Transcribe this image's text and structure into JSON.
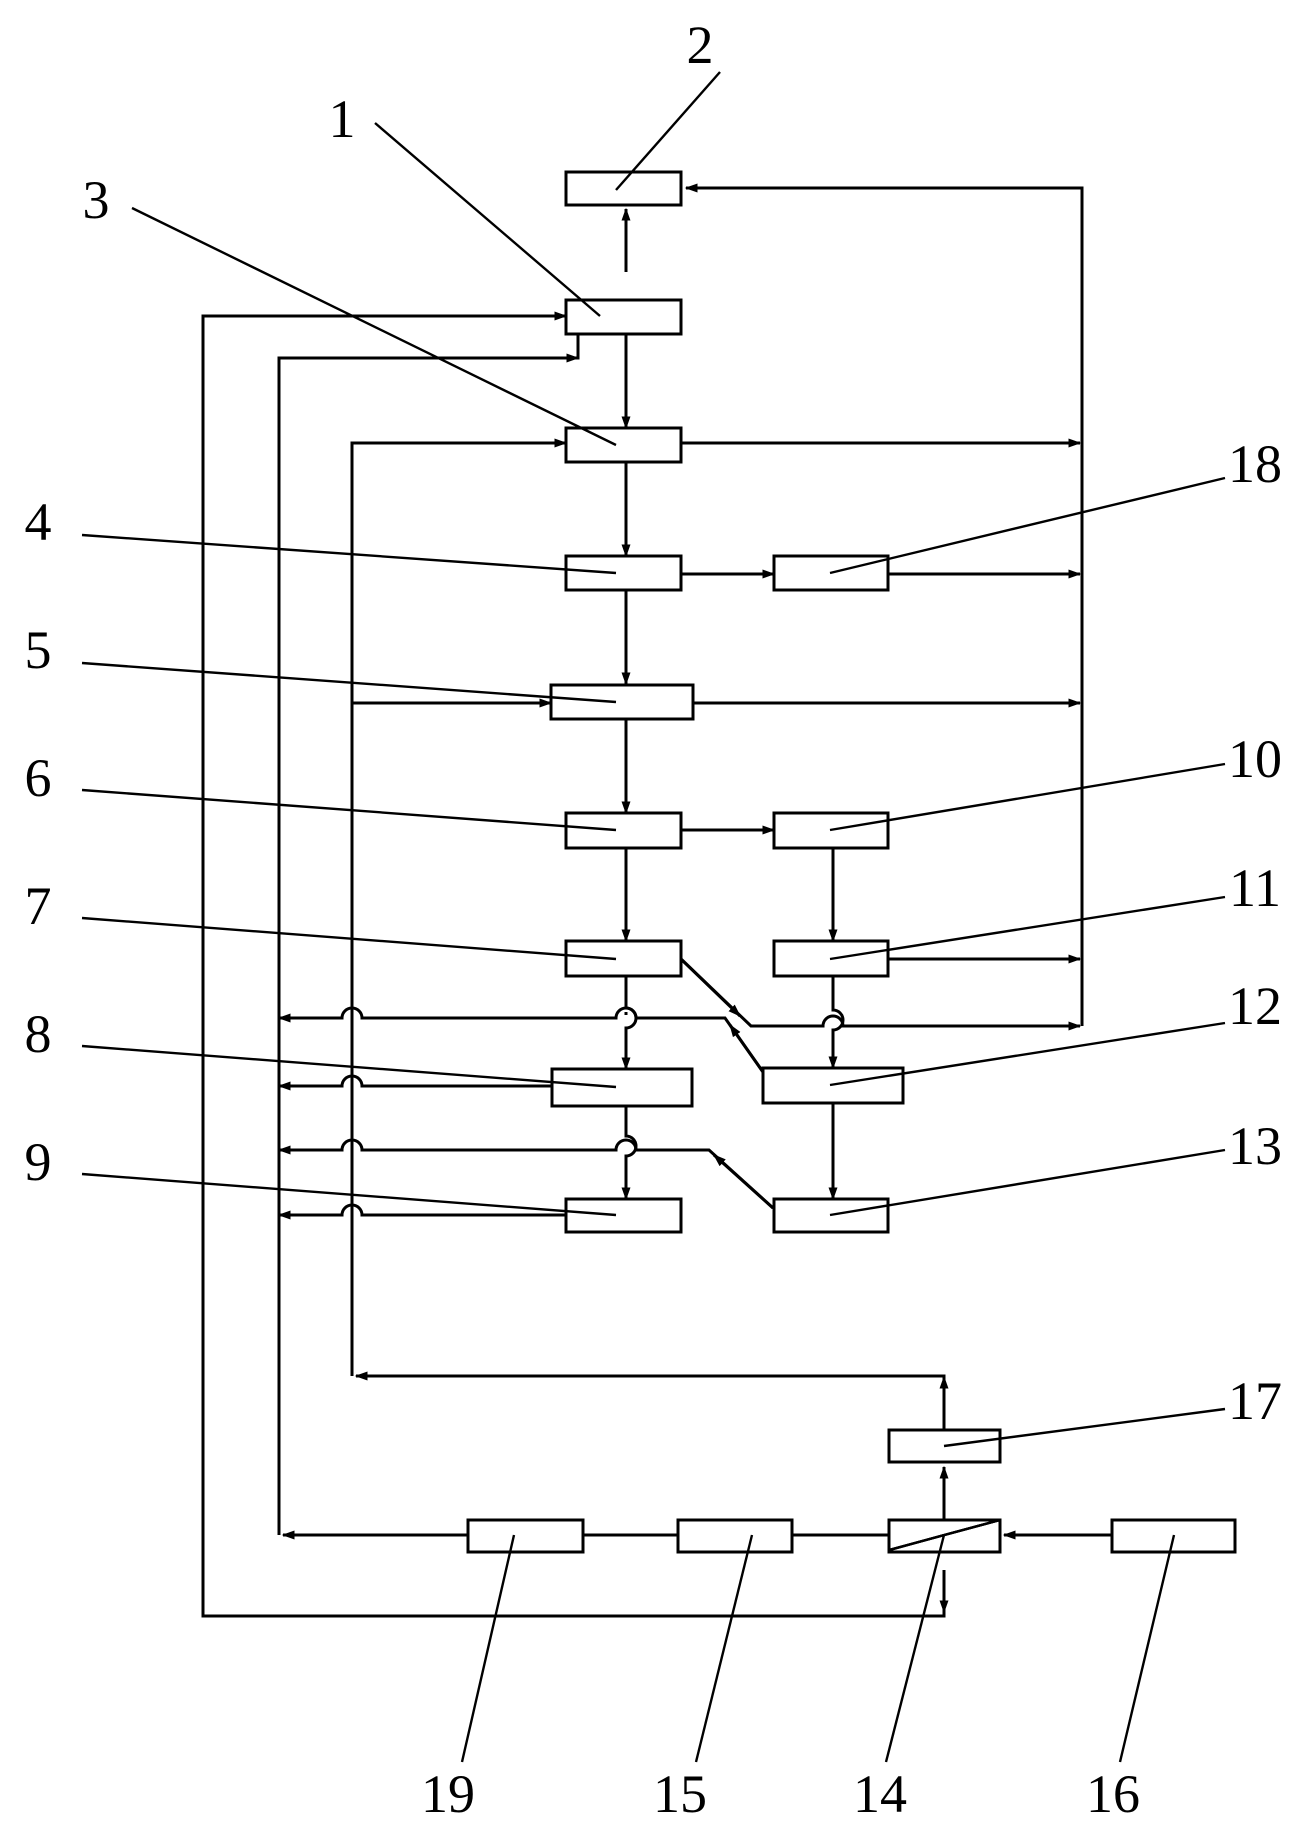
{
  "labels": {
    "n1": "1",
    "n2": "2",
    "n3": "3",
    "n4": "4",
    "n5": "5",
    "n6": "6",
    "n7": "7",
    "n8": "8",
    "n9": "9",
    "n10": "10",
    "n11": "11",
    "n12": "12",
    "n13": "13",
    "n14": "14",
    "n15": "15",
    "n16": "16",
    "n17": "17",
    "n18": "18",
    "n19": "19"
  },
  "colors": {
    "line": "#000000",
    "background": "#ffffff"
  }
}
